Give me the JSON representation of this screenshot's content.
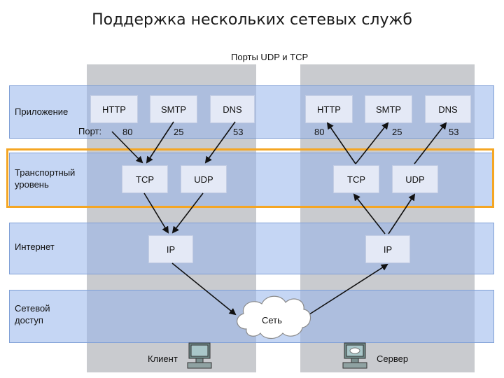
{
  "title": "Поддержка нескольких сетевых служб",
  "ports_caption": "Порты UDP и TCP",
  "port_label": "Порт:",
  "layers": {
    "application": "Приложение",
    "transport": "Транспортный уровень",
    "internet": "Интернет",
    "network_access": "Сетевой доступ"
  },
  "client": {
    "label": "Клиент",
    "app": {
      "http": "HTTP",
      "smtp": "SMTP",
      "dns": "DNS"
    },
    "ports": {
      "http": "80",
      "smtp": "25",
      "dns": "53"
    },
    "transport": {
      "tcp": "TCP",
      "udp": "UDP"
    },
    "ip": "IP"
  },
  "server": {
    "label": "Сервер",
    "app": {
      "http": "HTTP",
      "smtp": "SMTP",
      "dns": "DNS"
    },
    "ports": {
      "http": "80",
      "smtp": "25",
      "dns": "53"
    },
    "transport": {
      "tcp": "TCP",
      "udp": "UDP"
    },
    "ip": "IP"
  },
  "network": "Сеть",
  "colors": {
    "highlight": "#f5a623",
    "layer": "#96b4eb",
    "column": "#c9cbcf"
  }
}
